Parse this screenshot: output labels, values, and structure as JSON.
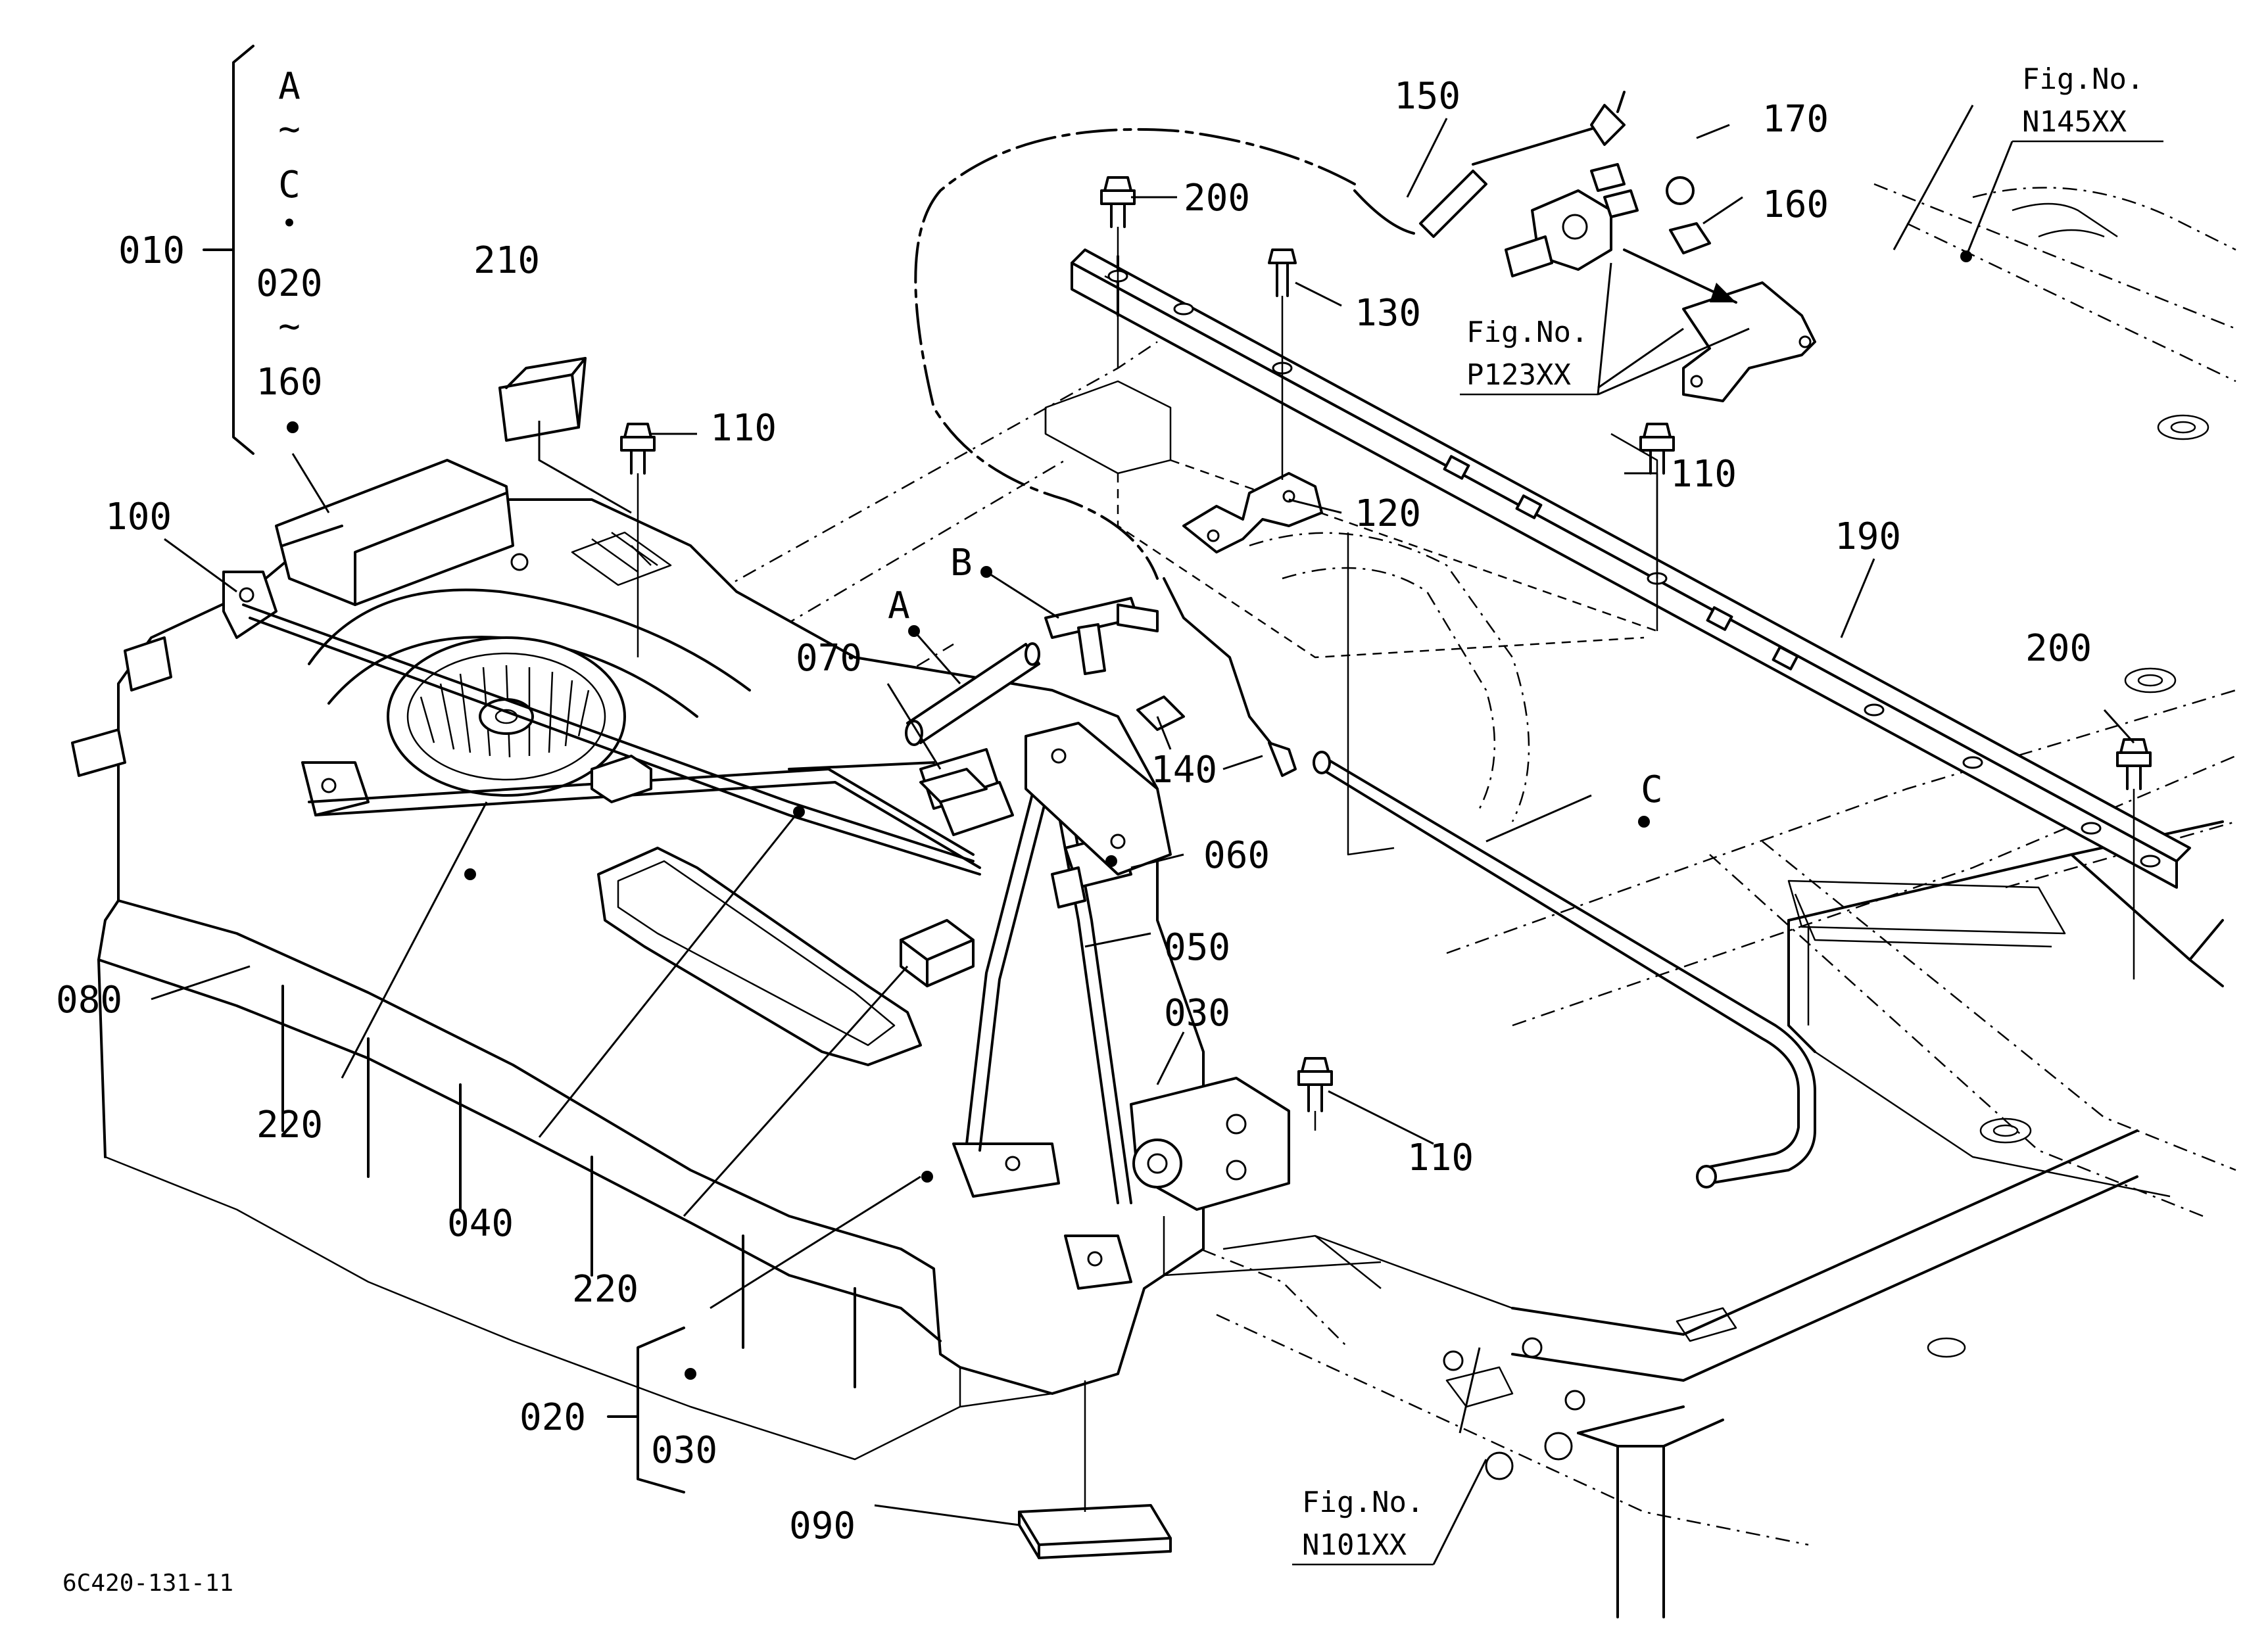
{
  "drawing_code": "6C420-131-11",
  "group_label": {
    "range_top": "A",
    "range_tilde": "~",
    "range_mid": "C",
    "range_dot": "・",
    "range_020": "020",
    "range_160": "160",
    "parent": "010"
  },
  "sub_group": {
    "parent": "020",
    "child": "030"
  },
  "callouts": {
    "c100": "100",
    "c210": "210",
    "c110a": "110",
    "c110b": "110",
    "c110c": "110",
    "c150": "150",
    "c170": "170",
    "c160": "160",
    "c200a": "200",
    "c200b": "200",
    "c130": "130",
    "c120": "120",
    "c190": "190",
    "cA": "A",
    "cB": "B",
    "c070": "070",
    "c140": "140",
    "c060": "060",
    "c050": "050",
    "c030": "030",
    "c080": "080",
    "c220a": "220",
    "c220b": "220",
    "c040": "040",
    "c090": "090",
    "cC": "C"
  },
  "fig_refs": {
    "n145": {
      "label": "Fig.No.",
      "code": "N145XX"
    },
    "p123": {
      "label": "Fig.No.",
      "code": "P123XX"
    },
    "n101": {
      "label": "Fig.No.",
      "code": "N101XX"
    }
  }
}
